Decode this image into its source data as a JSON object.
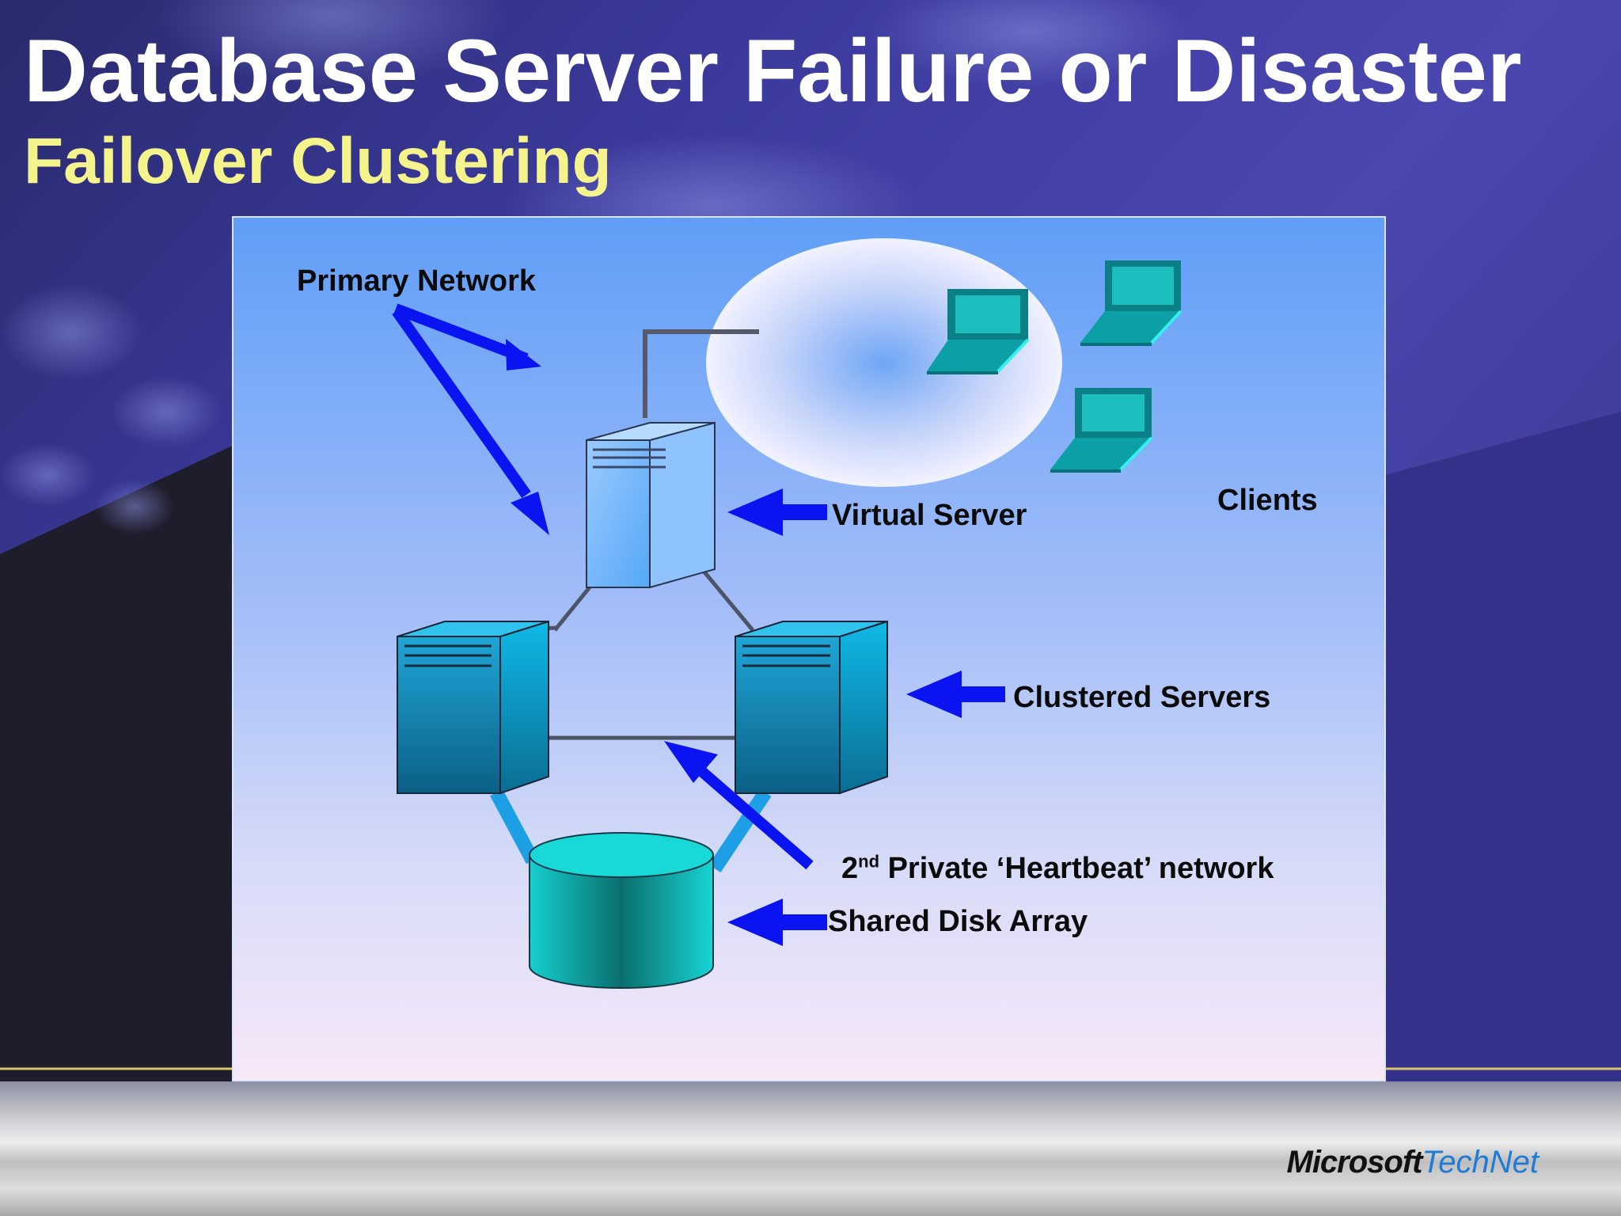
{
  "slide": {
    "title": "Database Server Failure or Disaster",
    "subtitle": "Failover Clustering"
  },
  "diagram": {
    "labels": {
      "primary_network": "Primary Network",
      "virtual_server": "Virtual Server",
      "clients": "Clients",
      "clustered_servers": "Clustered Servers",
      "heartbeat_prefix": "2",
      "heartbeat_sup": "nd",
      "heartbeat_rest": " Private ‘Heartbeat’ network",
      "shared_disk": "Shared Disk Array"
    }
  },
  "footer": {
    "brand": "Microsoft",
    "product": "TechNet"
  },
  "colors": {
    "title": "#ffffff",
    "subtitle": "#f4f38c",
    "arrow": "#0a14f0",
    "server_face": "#1793c3",
    "disk": "#14b7b7"
  },
  "icons": [
    "server-icon",
    "laptop-icon",
    "disk-array-icon",
    "arrow-icon"
  ]
}
